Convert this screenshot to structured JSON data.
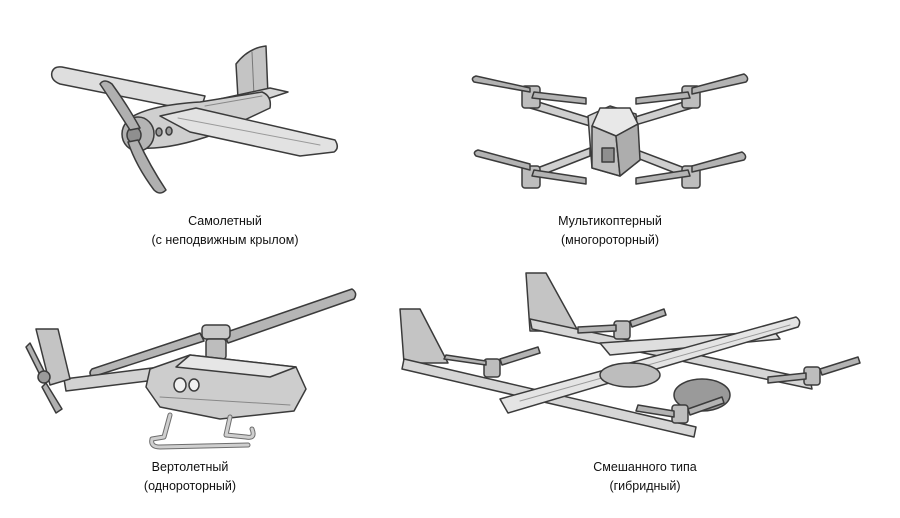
{
  "palette": {
    "body": "#c9c9c9",
    "body_light": "#e4e4e4",
    "body_dark": "#8f8f8f",
    "outline": "#3b3b3b",
    "text": "#111111"
  },
  "drone_types": [
    {
      "line1": "Самолетный",
      "line2": "(с неподвижным крылом)",
      "icon": "fixed-wing-drone-icon"
    },
    {
      "line1": "Мультикоптерный",
      "line2": "(многороторный)",
      "icon": "multicopter-drone-icon"
    },
    {
      "line1": "Вертолетный",
      "line2": "(однороторный)",
      "icon": "helicopter-drone-icon"
    },
    {
      "line1": "Смешанного типа",
      "line2": "(гибридный)",
      "icon": "hybrid-drone-icon"
    }
  ]
}
